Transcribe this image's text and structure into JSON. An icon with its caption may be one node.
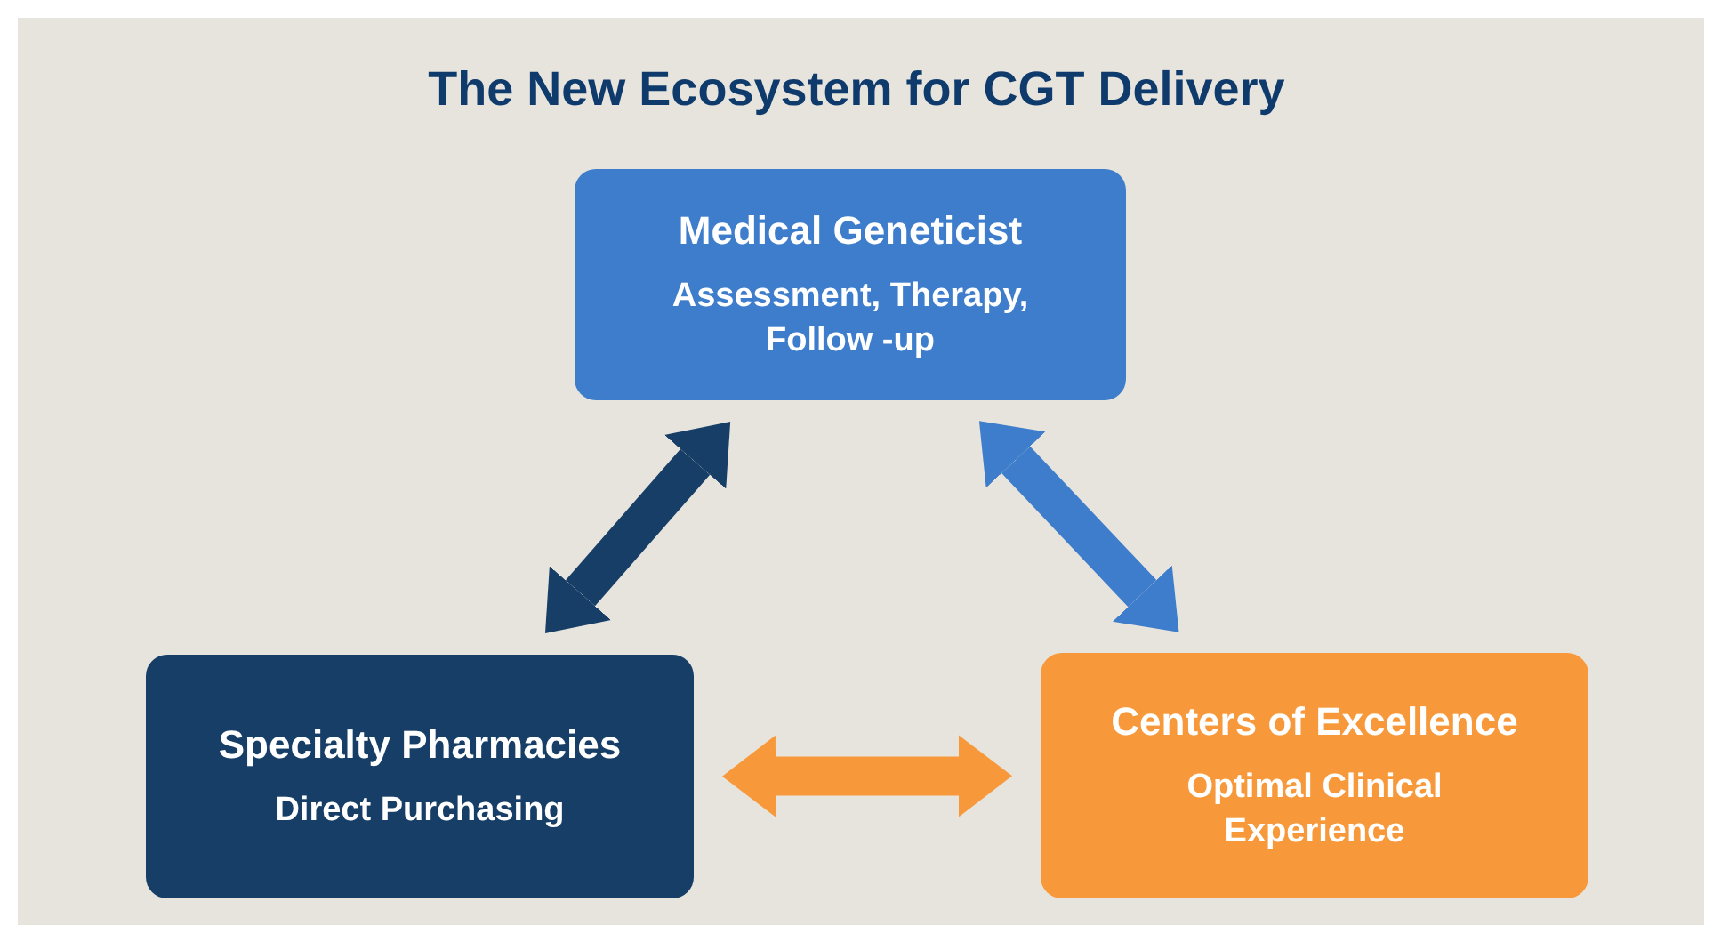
{
  "diagram": {
    "title": "The New Ecosystem for CGT Delivery",
    "nodes": [
      {
        "text": [
          "Medical Geneticist",
          "Assessment, Therapy, Follow -up"
        ]
      },
      {
        "text": [
          "Specialty Pharmacies",
          "Direct Purchasing"
        ]
      },
      {
        "text": [
          "Centers of Excellence",
          "Optimal Clinical Experience"
        ]
      }
    ],
    "edges": [
      {
        "from": 0,
        "to": 1,
        "arrow": "both",
        "color": "#173e66"
      },
      {
        "from": 0,
        "to": 2,
        "arrow": "both",
        "color": "#3d7dcb"
      },
      {
        "from": 1,
        "to": 2,
        "arrow": "both",
        "color": "#f7993a"
      }
    ]
  }
}
